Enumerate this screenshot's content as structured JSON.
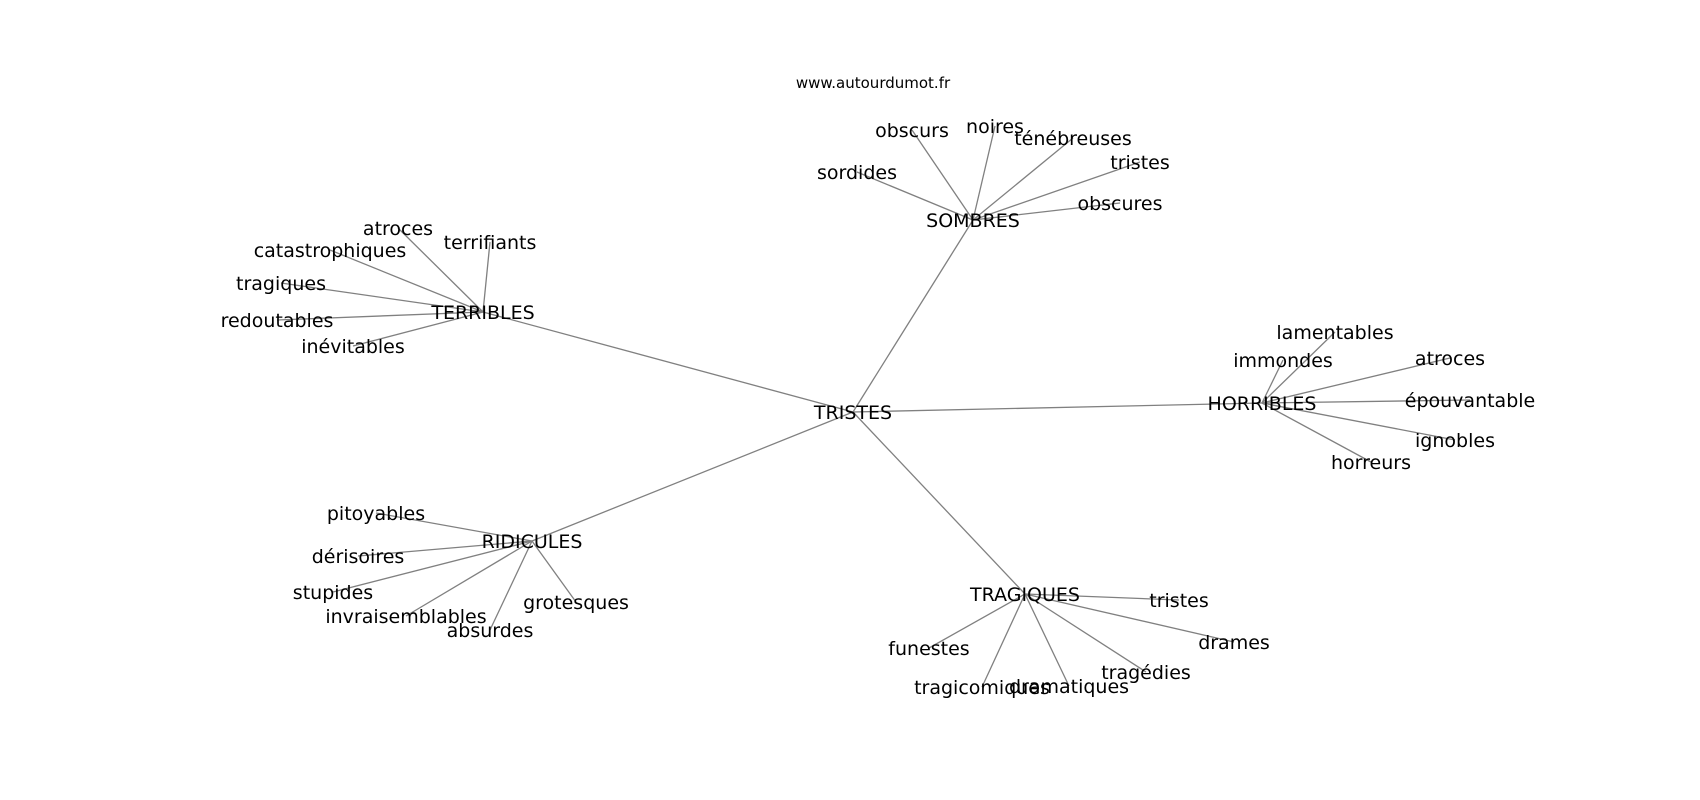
{
  "source": "www.autourdumot.fr",
  "graph": {
    "root": "TRISTES",
    "groups": [
      {
        "label": "SOMBRES",
        "children": [
          "obscurs",
          "noires",
          "ténébreuses",
          "tristes",
          "obscures",
          "sordides"
        ]
      },
      {
        "label": "TERRIBLES",
        "children": [
          "atroces",
          "terrifiants",
          "catastrophiques",
          "tragiques",
          "redoutables",
          "inévitables"
        ]
      },
      {
        "label": "HORRIBLES",
        "children": [
          "lamentables",
          "immondes",
          "atroces",
          "épouvantable",
          "ignobles",
          "horreurs"
        ]
      },
      {
        "label": "RIDICULES",
        "children": [
          "pitoyables",
          "dérisoires",
          "stupides",
          "invraisemblables",
          "absurdes",
          "grotesques"
        ]
      },
      {
        "label": "TRAGIQUES",
        "children": [
          "tristes",
          "drames",
          "tragédies",
          "dramatiques",
          "tragicomiques",
          "funestes"
        ]
      }
    ]
  }
}
